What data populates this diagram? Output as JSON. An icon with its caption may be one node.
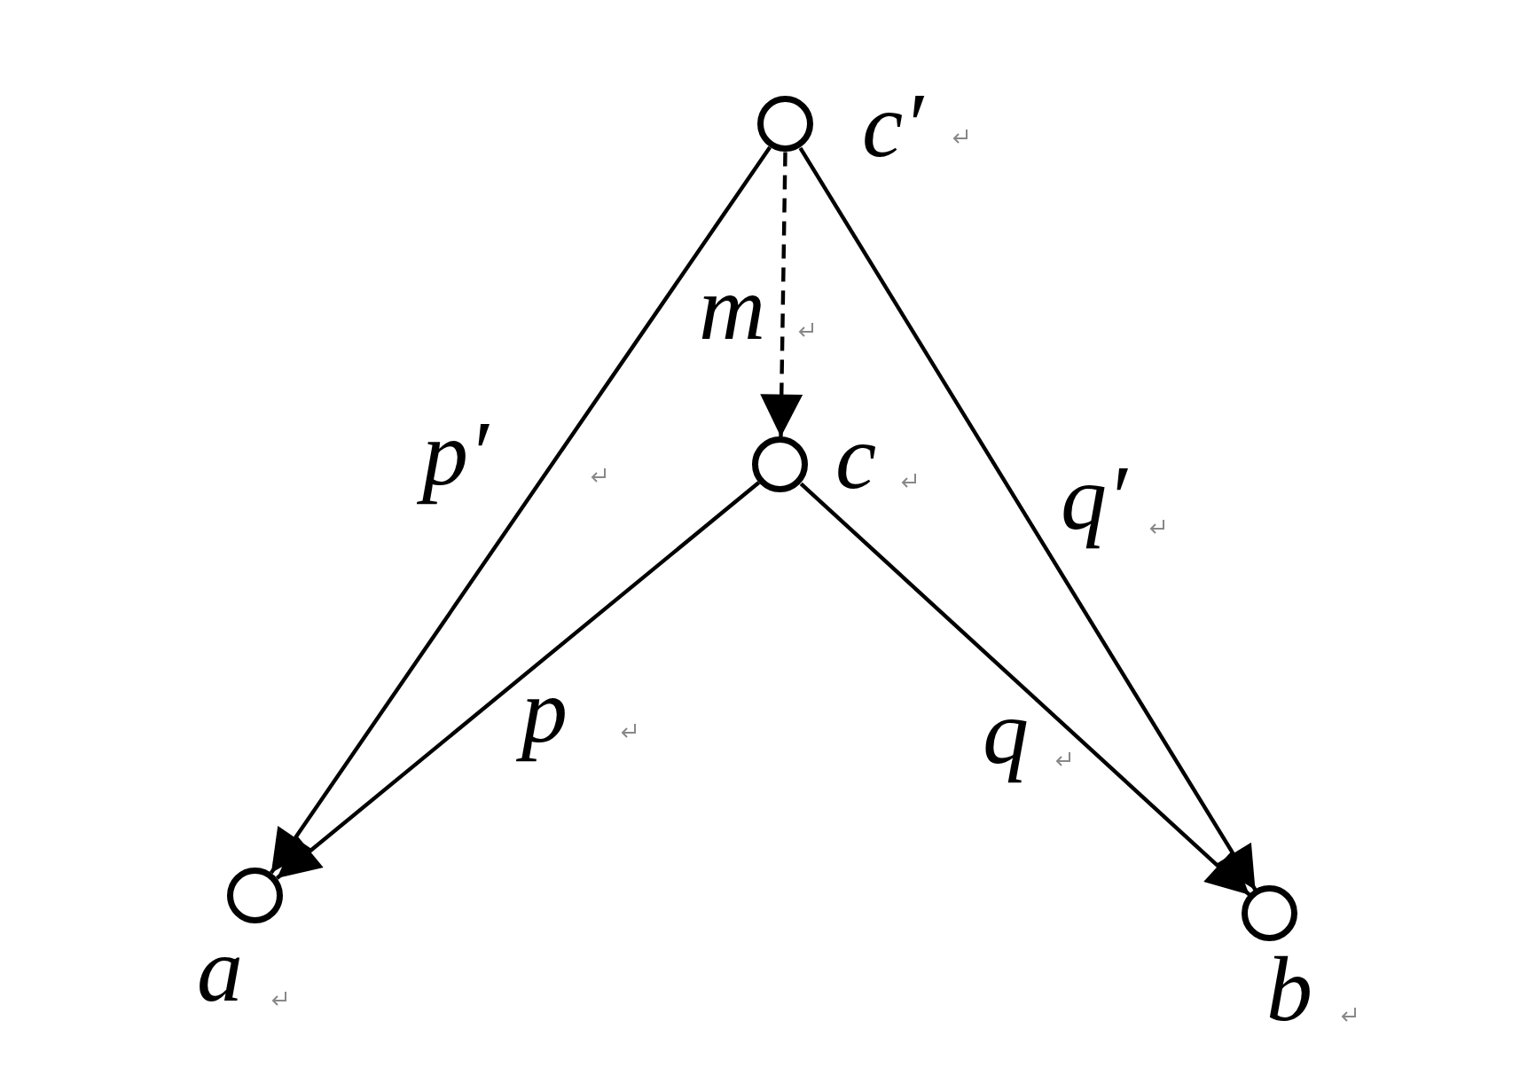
{
  "diagram": {
    "nodes": [
      {
        "text": [],
        "shape": "circle",
        "beside": [
          "c′"
        ]
      },
      {
        "text": [],
        "shape": "circle",
        "beside": [
          "c"
        ]
      },
      {
        "text": [],
        "shape": "circle",
        "beside": [
          "a"
        ]
      },
      {
        "text": [],
        "shape": "circle",
        "beside": [
          "b"
        ]
      }
    ],
    "edges": [
      {
        "from": 0,
        "to": 2,
        "arrow": "to",
        "label": "p′"
      },
      {
        "from": 0,
        "to": 1,
        "arrow": "to",
        "label": "m",
        "style": "dashed"
      },
      {
        "from": 0,
        "to": 3,
        "arrow": "to",
        "label": "q′"
      },
      {
        "from": 1,
        "to": 2,
        "arrow": "to",
        "label": "p"
      },
      {
        "from": 1,
        "to": 3,
        "arrow": "to",
        "label": "q"
      }
    ]
  }
}
